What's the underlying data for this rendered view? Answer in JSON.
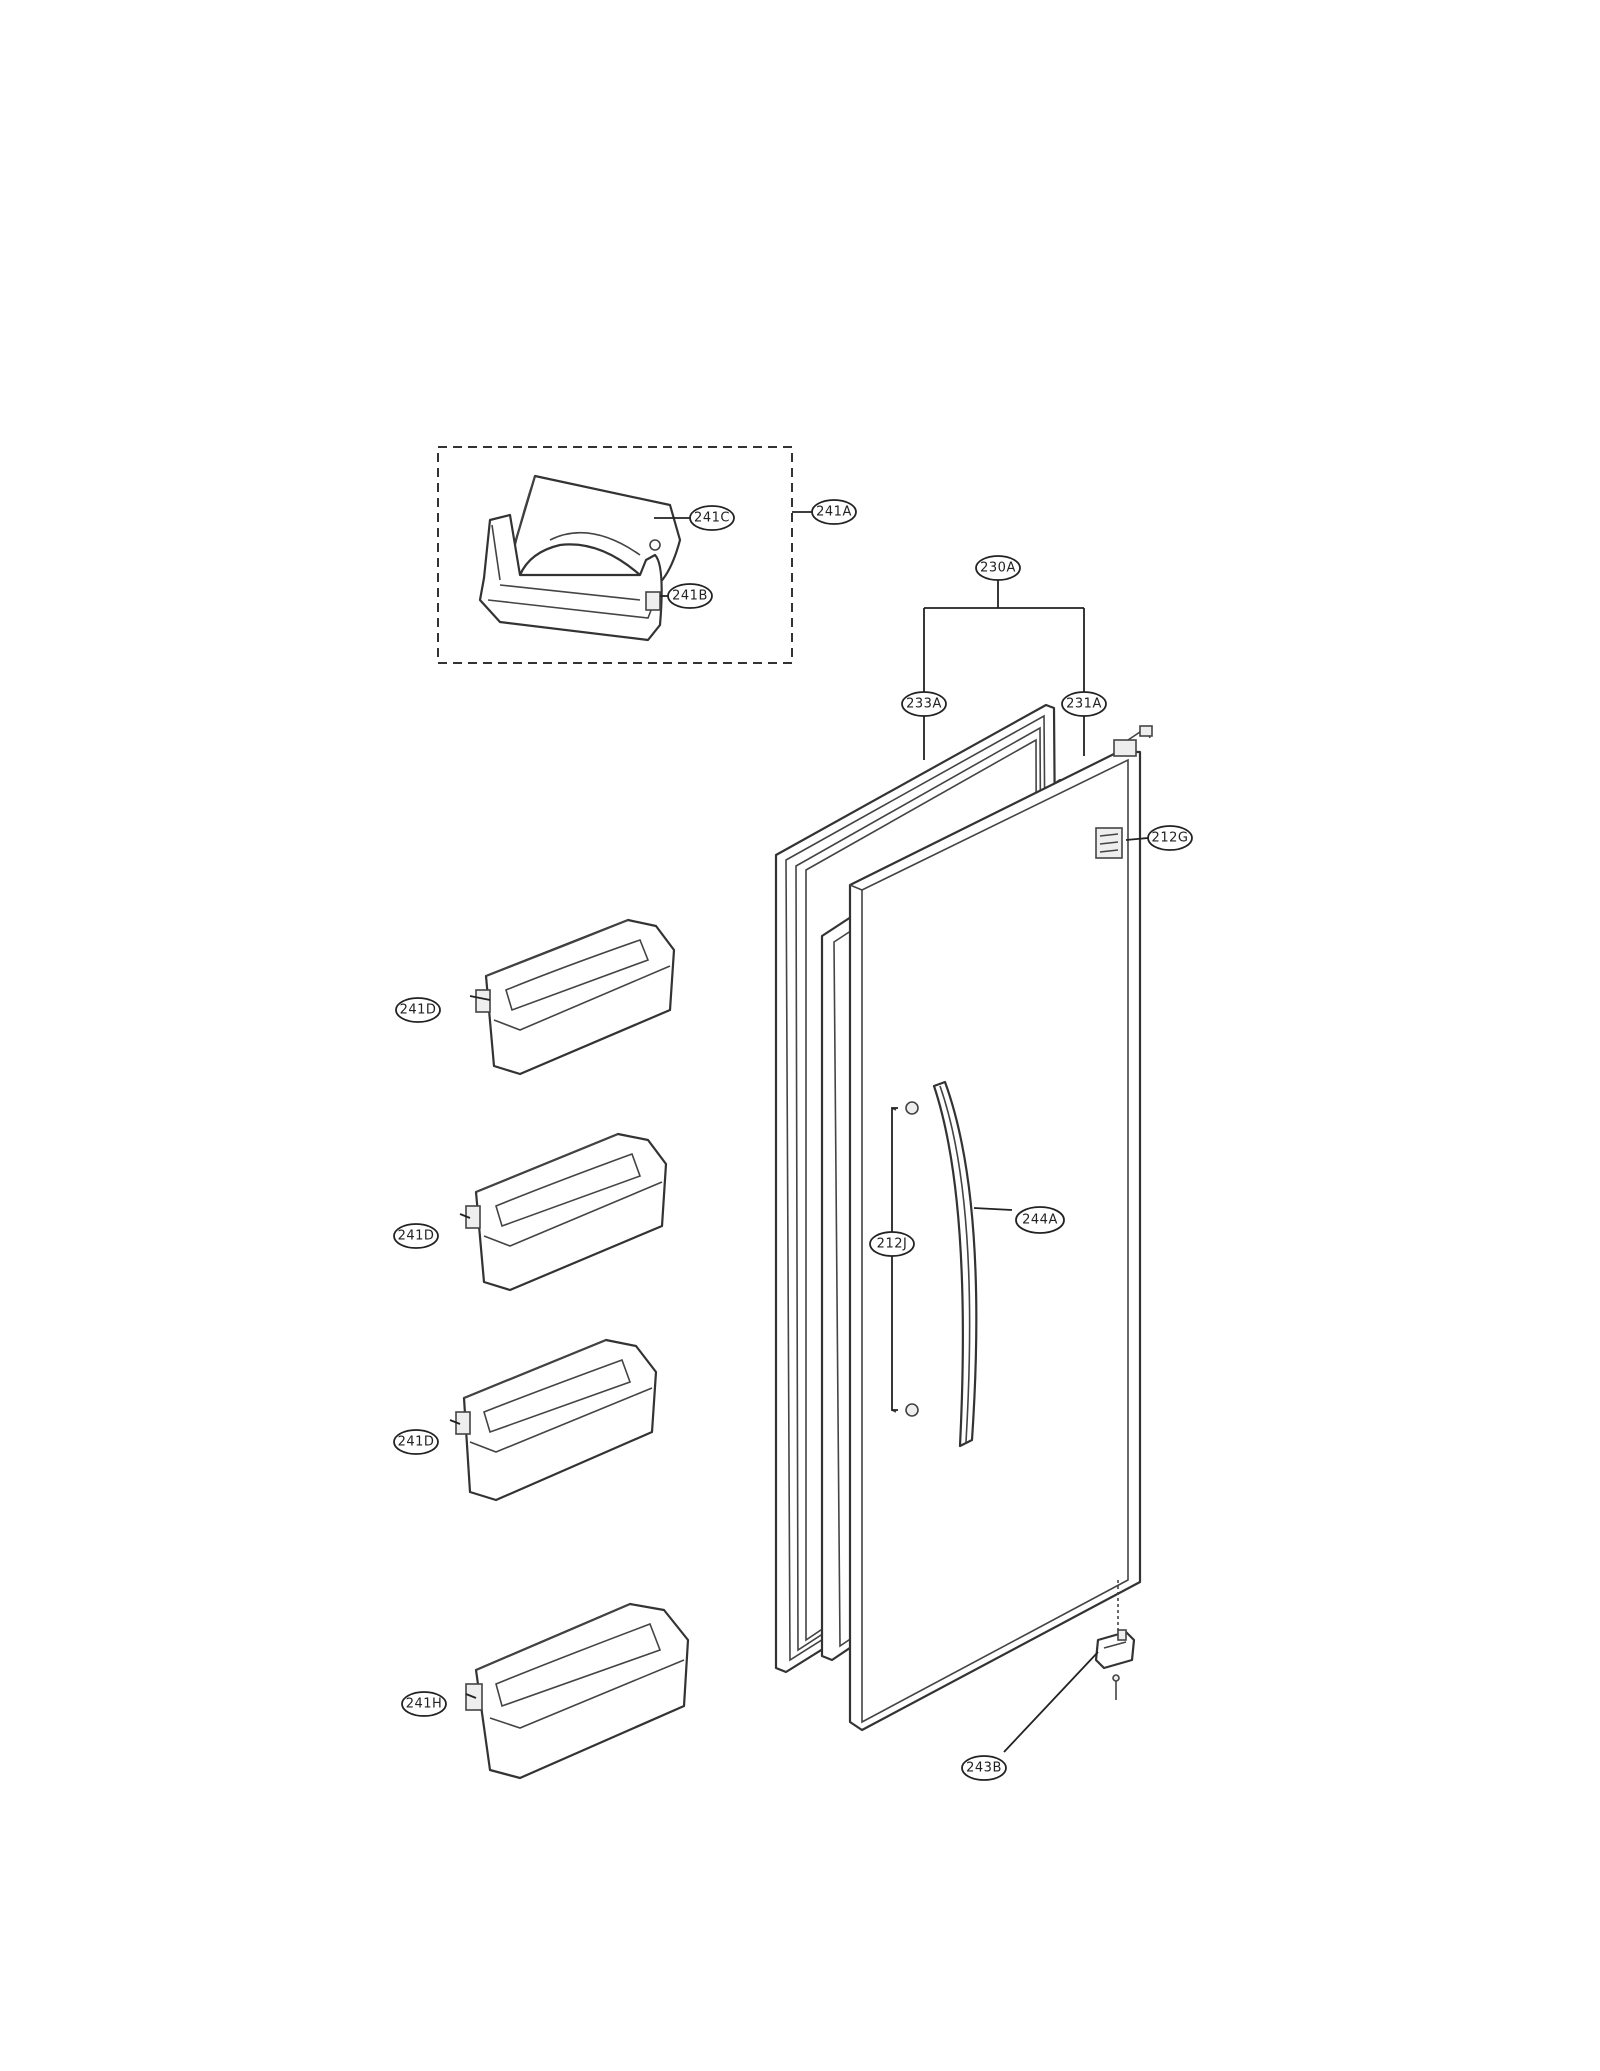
{
  "callouts": [
    {
      "id": "241A",
      "label": "241A"
    },
    {
      "id": "241C",
      "label": "241C"
    },
    {
      "id": "241B",
      "label": "241B"
    },
    {
      "id": "230A",
      "label": "230A"
    },
    {
      "id": "233A",
      "label": "233A"
    },
    {
      "id": "231A",
      "label": "231A"
    },
    {
      "id": "212G",
      "label": "212G"
    },
    {
      "id": "241D-1",
      "label": "241D"
    },
    {
      "id": "241D-2",
      "label": "241D"
    },
    {
      "id": "241D-3",
      "label": "241D"
    },
    {
      "id": "244A",
      "label": "244A"
    },
    {
      "id": "212J",
      "label": "212J"
    },
    {
      "id": "241H",
      "label": "241H"
    },
    {
      "id": "243B",
      "label": "243B"
    }
  ]
}
